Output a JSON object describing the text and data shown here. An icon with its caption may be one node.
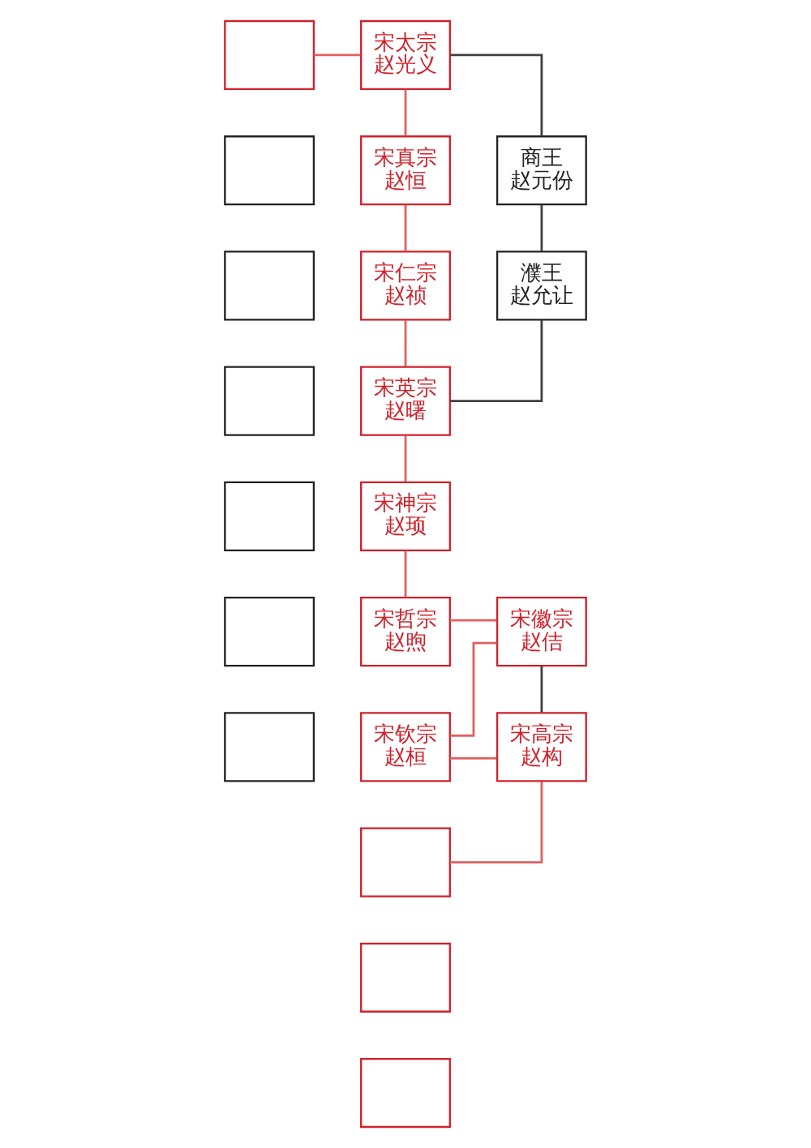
{
  "diagram": {
    "nodes": [
      {
        "text": [],
        "shape": "box"
      },
      {
        "text": [],
        "shape": "box"
      },
      {
        "text": [],
        "shape": "box"
      },
      {
        "text": [],
        "shape": "box"
      },
      {
        "text": [],
        "shape": "box"
      },
      {
        "text": [],
        "shape": "box"
      },
      {
        "text": [],
        "shape": "box"
      },
      {
        "text": [],
        "shape": "box"
      },
      {
        "text": [],
        "shape": "box"
      },
      {
        "text": [],
        "shape": "box"
      },
      {
        "text": [
          "宋太宗",
          "赵光义"
        ]
      },
      {
        "text": [
          "宋真宗",
          "赵恒"
        ]
      },
      {
        "text": [
          "商王",
          "赵元份"
        ]
      },
      {
        "text": [
          "宋仁宗",
          "赵祯"
        ]
      },
      {
        "text": [
          "濮王",
          "赵允让"
        ]
      },
      {
        "text": [
          "宋英宗",
          "赵曙"
        ]
      },
      {
        "text": [
          "宋神宗",
          "赵顼"
        ]
      },
      {
        "text": [
          "宋哲宗",
          "赵煦"
        ]
      },
      {
        "text": [
          "宋徽宗",
          "赵佶"
        ]
      },
      {
        "text": [
          "宋钦宗",
          "赵桓"
        ]
      },
      {
        "text": [
          "宋高宗",
          "赵构"
        ]
      }
    ],
    "edges": [
      {
        "from": 0,
        "to": 10,
        "arrow": "none"
      },
      {
        "from": 10,
        "to": 11,
        "arrow": "none"
      },
      {
        "from": 10,
        "to": 12,
        "arrow": "none",
        "color": "#404040"
      },
      {
        "from": 11,
        "to": 13,
        "arrow": "none"
      },
      {
        "from": 12,
        "to": 14,
        "arrow": "none",
        "color": "#404040"
      },
      {
        "from": 13,
        "to": 15,
        "arrow": "none"
      },
      {
        "from": 14,
        "to": 15,
        "arrow": "none",
        "color": "#404040"
      },
      {
        "from": 15,
        "to": 16,
        "arrow": "none"
      },
      {
        "from": 16,
        "to": 17,
        "arrow": "none"
      },
      {
        "from": 17,
        "to": 18,
        "arrow": "none"
      },
      {
        "from": 18,
        "to": 19,
        "arrow": "none"
      },
      {
        "from": 18,
        "to": 20,
        "arrow": "none",
        "color": "#404040"
      },
      {
        "from": 19,
        "to": 20,
        "arrow": "none"
      },
      {
        "from": 20,
        "to": 7,
        "arrow": "none"
      }
    ]
  }
}
